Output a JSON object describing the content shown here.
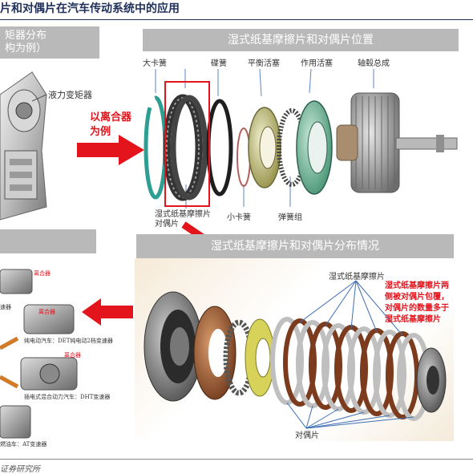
{
  "title": "片和对偶片在汽车传动系统中的应用",
  "left_panel_top": {
    "line1": "矩器分布",
    "line2": "构为例）",
    "label": "液力变矩器"
  },
  "top_panel": {
    "header": "湿式纸基摩擦片和对偶片位置",
    "labels": {
      "big_snap_ring": "大卡簧",
      "disc_spring": "碟簧",
      "balance_piston": "平衡活塞",
      "apply_piston": "作用活塞",
      "hub_assembly": "轴毂总成",
      "small_snap_ring": "小卡簧",
      "spring_pack": "弹簧组",
      "friction_line1": "湿式纸基摩擦片",
      "friction_line2": "对偶片"
    },
    "clutch_example_line1": "以离合器",
    "clutch_example_line2": "为例"
  },
  "bottom_panel": {
    "header": "湿式纸基摩擦片和对偶片分布情况",
    "label_friction": "湿式纸基摩擦片",
    "label_steel": "对偶片",
    "note": [
      "湿式纸基摩擦片两",
      "侧被对偶片包覆，",
      "对偶片的数量多于",
      "湿式纸基摩擦片"
    ]
  },
  "left_panel_bottom": {
    "captions": [
      "离合器",
      "速器",
      "离合器",
      "纯电动汽车：DET纯电动2档变速器",
      "离合器",
      "插电式混合动力汽车：DHT变速器",
      "燃油车：AT变速器"
    ]
  },
  "footer": "证券研究所",
  "colors": {
    "accent_red": "#e3141c",
    "title_navy": "#1f2f5a",
    "header_grey": "#b9b9b9"
  }
}
